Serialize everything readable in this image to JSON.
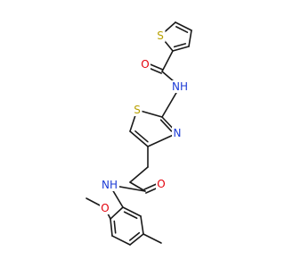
{
  "molecule": {
    "atoms": {
      "thiophene_s": {
        "label": "S",
        "color": "#b8a000"
      },
      "carbonyl_o_top": {
        "label": "O",
        "color": "#e3000b"
      },
      "amide_nh_top": {
        "label": "NH",
        "color": "#1c3bd6"
      },
      "thiazole_s": {
        "label": "S",
        "color": "#b8a000"
      },
      "thiazole_n": {
        "label": "N",
        "color": "#1c3bd6"
      },
      "carbonyl_o_mid": {
        "label": "O",
        "color": "#e3000b"
      },
      "amide_nh_mid": {
        "label": "NH",
        "color": "#1c3bd6"
      },
      "methoxy_o": {
        "label": "O",
        "color": "#e3000b"
      }
    }
  }
}
